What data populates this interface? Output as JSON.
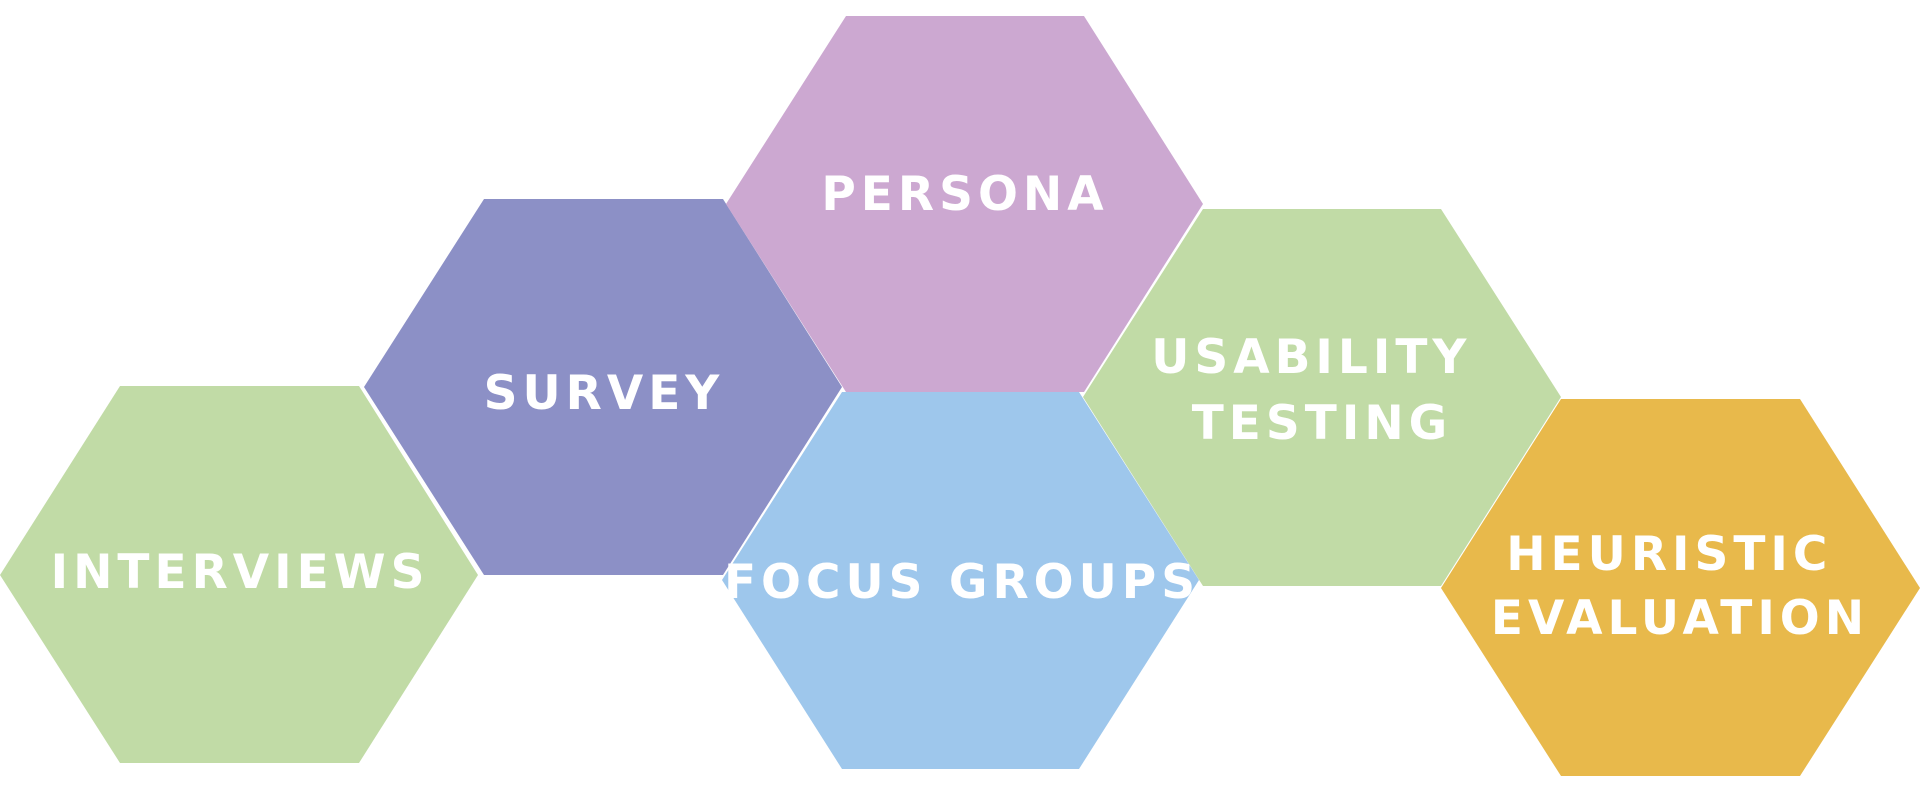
{
  "hexagons": [
    {
      "id": "interviews",
      "lines": [
        "INTERVIEWS"
      ],
      "color": "#c1dba6"
    },
    {
      "id": "survey",
      "lines": [
        "SURVEY"
      ],
      "color": "#8c90c6"
    },
    {
      "id": "persona",
      "lines": [
        "PERSONA"
      ],
      "color": "#cca8d1"
    },
    {
      "id": "focus-groups",
      "lines": [
        "FOCUS GROUPS"
      ],
      "color": "#9ec7ec"
    },
    {
      "id": "usability-testing",
      "lines": [
        "USABILITY",
        "TESTING"
      ],
      "color": "#c1dba6"
    },
    {
      "id": "heuristic-evaluation",
      "lines": [
        "HEURISTIC",
        "EVALUATION"
      ],
      "color": "#e8b94b"
    }
  ]
}
